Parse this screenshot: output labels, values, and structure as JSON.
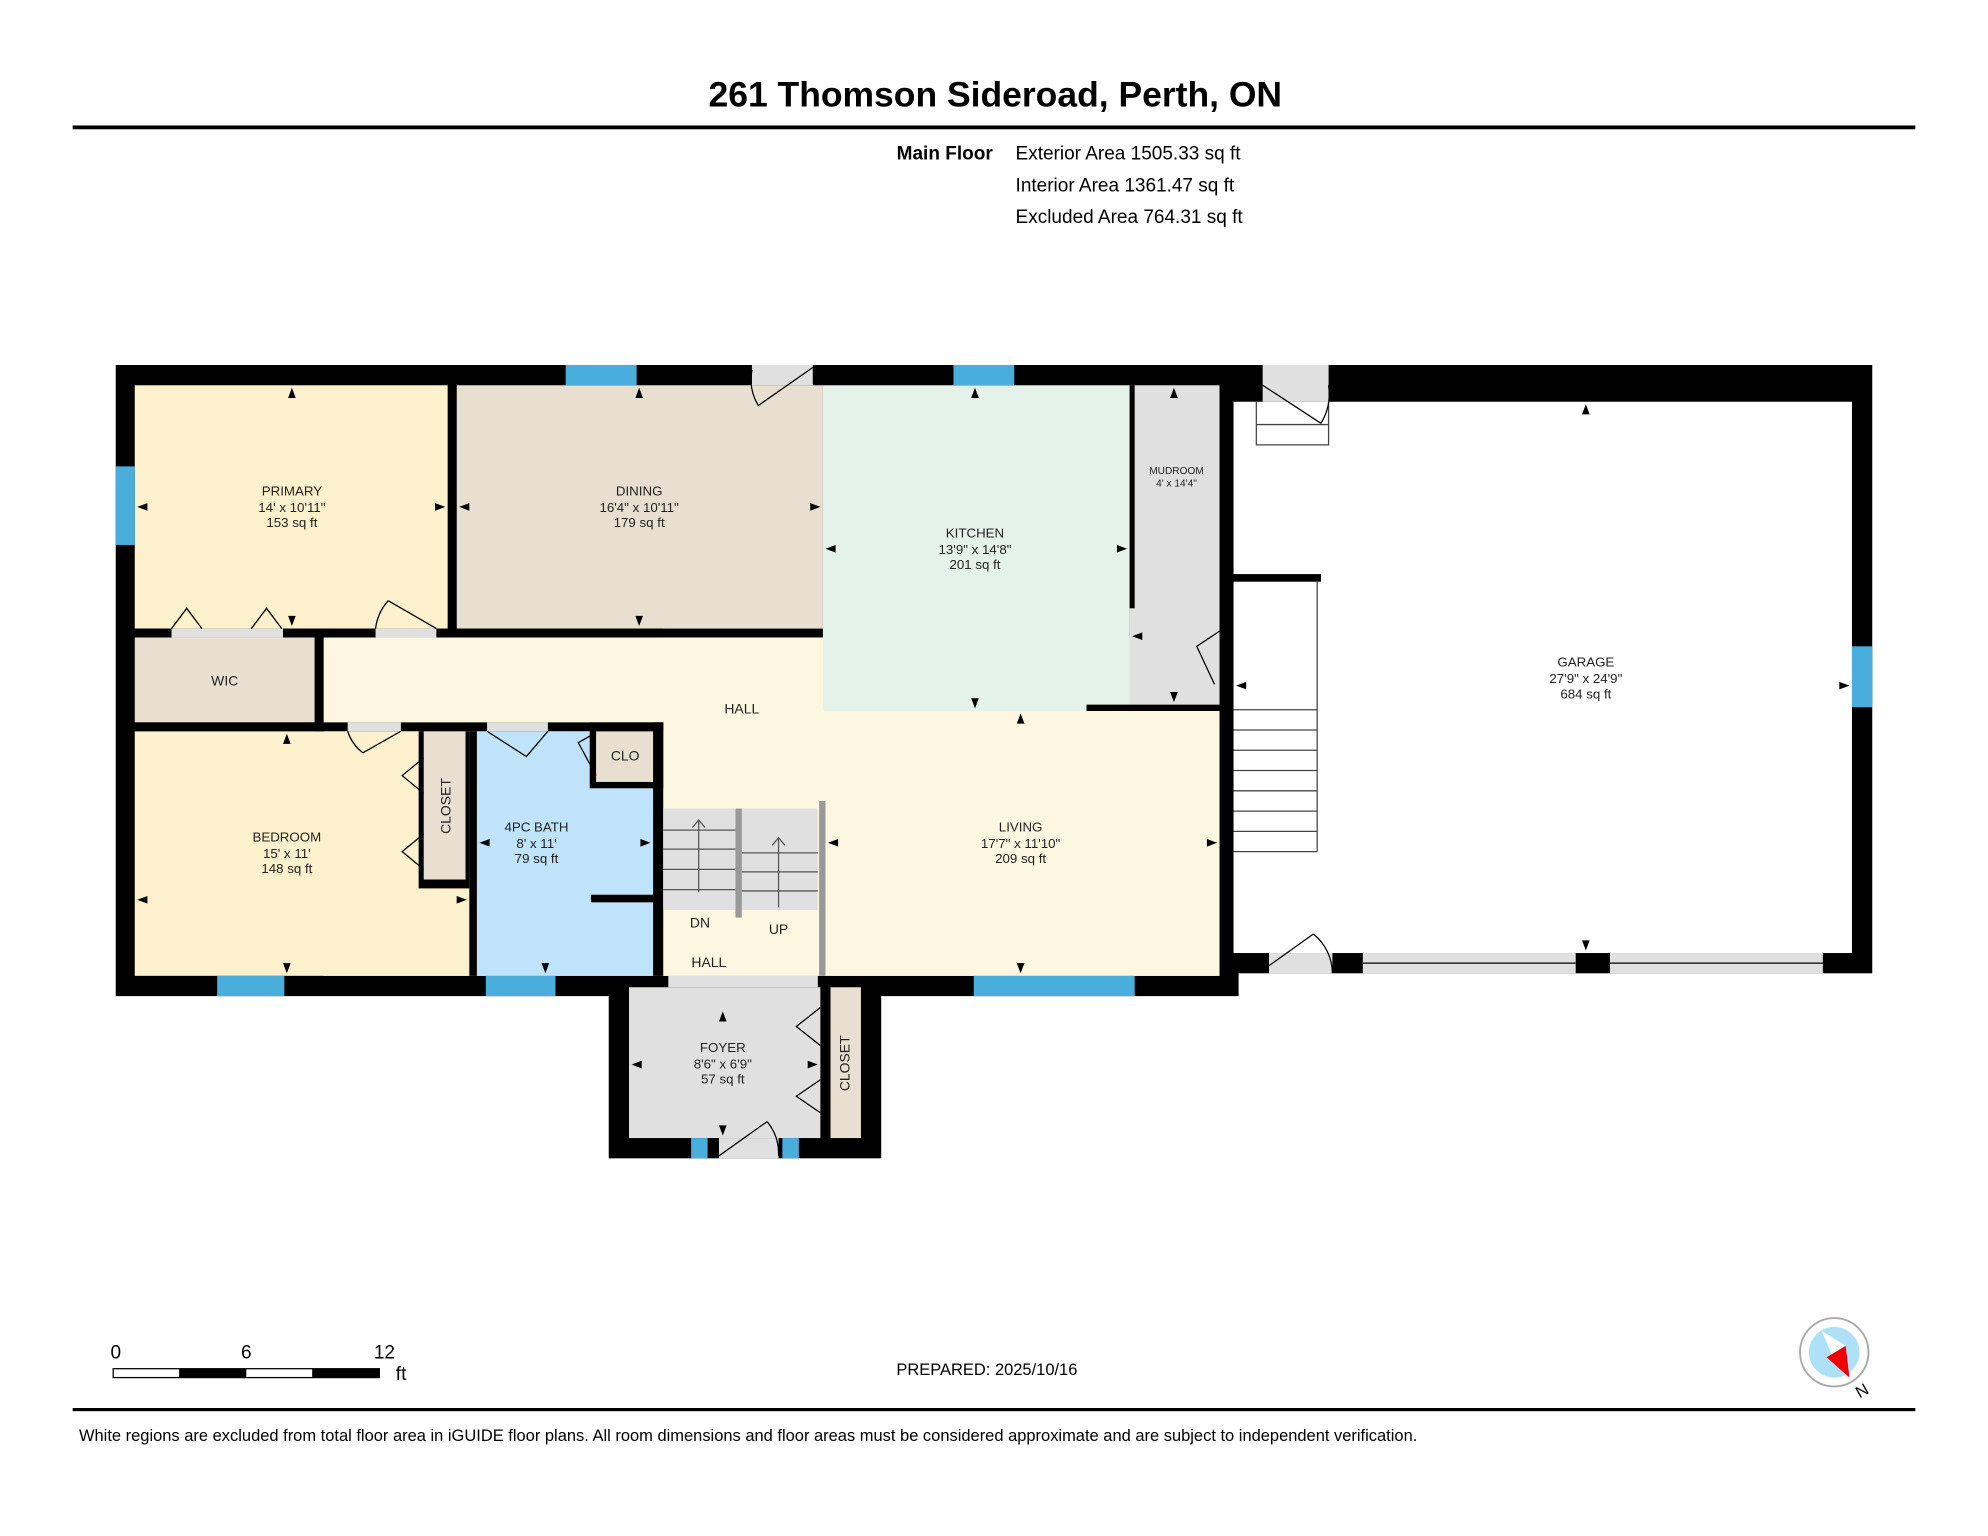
{
  "title": "261 Thomson Sideroad, Perth, ON",
  "floor": {
    "name": "Main Floor",
    "areas": [
      "Exterior Area 1505.33 sq ft",
      "Interior Area 1361.47 sq ft",
      "Excluded Area 764.31 sq ft"
    ]
  },
  "rooms": {
    "primary": {
      "name": "PRIMARY",
      "dims": "14' x 10'11\"",
      "area": "153 sq ft"
    },
    "dining": {
      "name": "DINING",
      "dims": "16'4\" x 10'11\"",
      "area": "179 sq ft"
    },
    "kitchen": {
      "name": "KITCHEN",
      "dims": "13'9\" x 14'8\"",
      "area": "201 sq ft"
    },
    "mudroom": {
      "name": "MUDROOM",
      "dims": "4' x 14'4\""
    },
    "garage": {
      "name": "GARAGE",
      "dims": "27'9\" x 24'9\"",
      "area": "684 sq ft"
    },
    "wic": {
      "name": "WIC"
    },
    "hall": {
      "name": "HALL"
    },
    "hall2": {
      "name": "HALL"
    },
    "bedroom": {
      "name": "BEDROOM",
      "dims": "15' x 11'",
      "area": "148 sq ft"
    },
    "closet1": {
      "name": "CLOSET"
    },
    "bath": {
      "name": "4PC BATH",
      "dims": "8' x 11'",
      "area": "79 sq ft"
    },
    "clo": {
      "name": "CLO"
    },
    "living": {
      "name": "LIVING",
      "dims": "17'7\" x 11'10\"",
      "area": "209 sq ft"
    },
    "foyer": {
      "name": "FOYER",
      "dims": "8'6\" x 6'9\"",
      "area": "57 sq ft"
    },
    "closet2": {
      "name": "CLOSET"
    }
  },
  "stairs": {
    "down": "DN",
    "up": "UP"
  },
  "scale": {
    "labels": [
      "0",
      "6",
      "12"
    ],
    "unit": "ft"
  },
  "prepared": "PREPARED: 2025/10/16",
  "compass": {
    "label": "N"
  },
  "footer": "White regions are excluded from total floor area in iGUIDE floor plans. All room dimensions and floor areas must be considered approximate and are subject to independent verification.",
  "colors": {
    "bedroom": "#fdf0cc",
    "dining": "#e8dfd0",
    "kitchen": "#e5f2ea",
    "hall": "#fdf6e0",
    "bath": "#bfe3fb",
    "utility": "#e0e0e0",
    "window": "#4aaedd"
  }
}
